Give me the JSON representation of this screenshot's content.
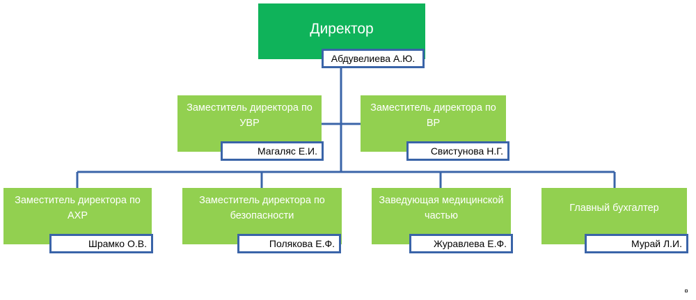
{
  "director": {
    "title": "Директор",
    "name": "Абдувелиева А.Ю."
  },
  "deputies_top": [
    {
      "title": "Заместитель директора по  УВР",
      "name": "Магаляс Е.И."
    },
    {
      "title": "Заместитель директора по ВР",
      "name": "Свистунова Н.Г."
    }
  ],
  "deputies_bottom": [
    {
      "title": "Заместитель директора по АХР",
      "name": "Шрамко О.В."
    },
    {
      "title": "Заместитель директора по безопасности",
      "name": "Полякова Е.Ф."
    },
    {
      "title": "Заведующая медицинской частью",
      "name": "Журавлева Е.Ф."
    },
    {
      "title": "Главный бухгалтер",
      "name": "Мурай Л.И."
    }
  ],
  "colors": {
    "director_fill": "#0fb35a",
    "role_fill": "#92d050",
    "connector": "#3a64a8"
  }
}
